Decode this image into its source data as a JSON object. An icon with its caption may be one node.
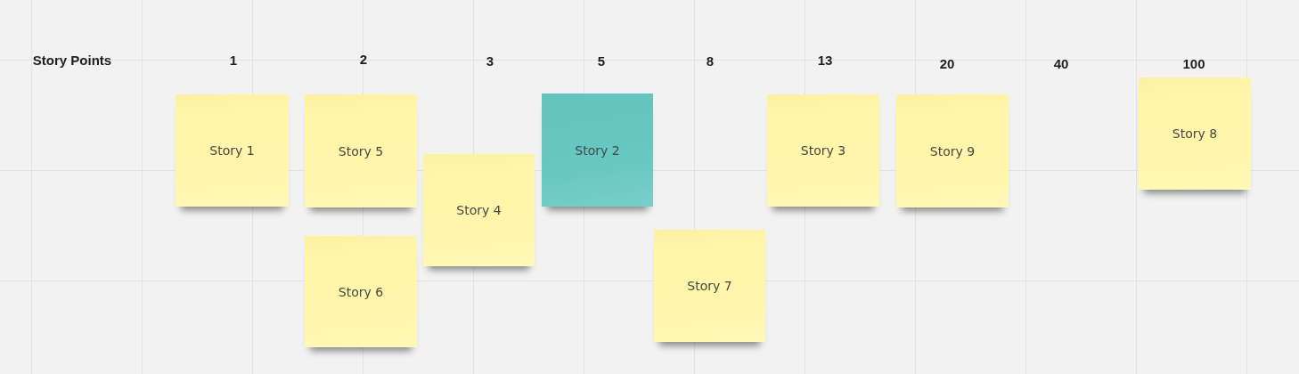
{
  "diagram": {
    "nodes": [
      {
        "text": [
          "Story 1"
        ]
      },
      {
        "text": [
          "Story 5"
        ]
      },
      {
        "text": [
          "Story 6"
        ]
      },
      {
        "text": [
          "Story 4"
        ]
      },
      {
        "text": [
          "Story 2"
        ]
      },
      {
        "text": [
          "Story 7"
        ]
      },
      {
        "text": [
          "Story 3"
        ]
      },
      {
        "text": [
          "Story 9"
        ]
      },
      {
        "text": [
          "Story 8"
        ]
      }
    ],
    "edges": [],
    "labels": [
      "Story Points",
      "1",
      "2",
      "3",
      "5",
      "8",
      "13",
      "20",
      "40",
      "100"
    ]
  }
}
